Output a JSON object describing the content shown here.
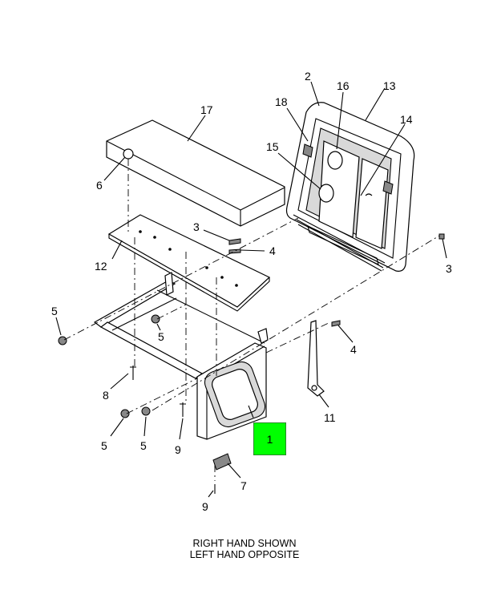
{
  "callouts": {
    "c1": "1",
    "c2": "2",
    "c3a": "3",
    "c3b": "3",
    "c4a": "4",
    "c4b": "4",
    "c5a": "5",
    "c5b": "5",
    "c5c": "5",
    "c5d": "5",
    "c6": "6",
    "c7": "7",
    "c8": "8",
    "c9a": "9",
    "c9b": "9",
    "c11": "11",
    "c12": "12",
    "c13": "13",
    "c14": "14",
    "c15": "15",
    "c16": "16",
    "c17": "17",
    "c18": "18"
  },
  "caption": {
    "line1": "RIGHT HAND SHOWN",
    "line2": "LEFT HAND OPPOSITE"
  },
  "colors": {
    "hotspot": "#00ff00",
    "line": "#000000",
    "shade": "#d9d9d9"
  }
}
